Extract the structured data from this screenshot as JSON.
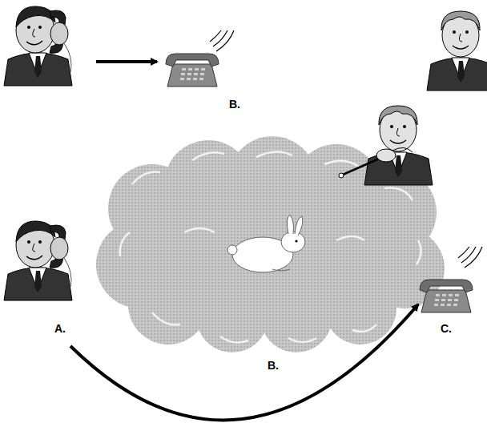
{
  "diagram": {
    "labels": [
      "B.",
      "A.",
      "B.",
      "C."
    ]
  }
}
